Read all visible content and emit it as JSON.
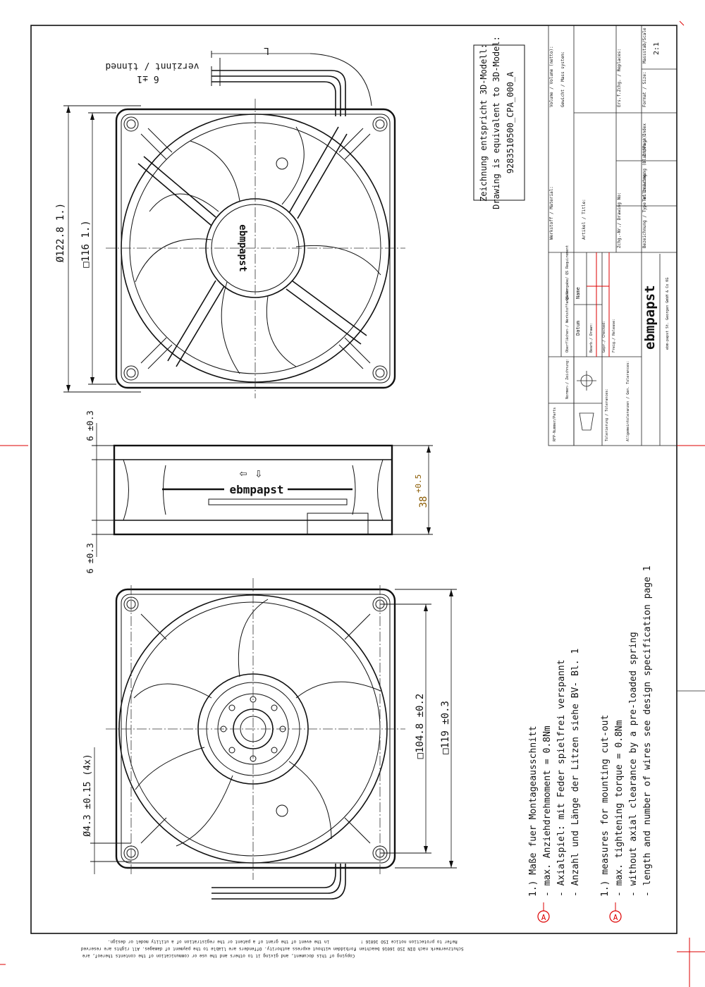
{
  "fan_front": {
    "diameter_label": "Ø122.8  1.)",
    "square_label": "□116  1.)",
    "hub_brand": "ebmpapst",
    "wire_label_top": "verzinnt / tinned",
    "wire_label_bottom": "6 ±1",
    "length_marker": "L"
  },
  "fan_side": {
    "top_dim": "6 ±0.3",
    "bottom_dim": "6 ±0.3",
    "height_dim_main": "38",
    "height_dim_tol": "+0.5",
    "brand": "ebmpapst"
  },
  "fan_back": {
    "hole_label": "Ø4.3 ±0.15 (4x)",
    "inner_square": "□104.8 ±0.2",
    "outer_square": "□119 ±0.3"
  },
  "model_box": {
    "line1": "Zeichnung entspricht 3D-Modell:",
    "line2": "Drawing is equivalent to 3D-Model:",
    "line3": "9283510500_CPA_000_A"
  },
  "notes": {
    "de_title": "1.) Maße fuer Montageausschnitt",
    "de_1": "- max. Anziehdrehmoment = 0.8Nm",
    "de_2": "- Axialspiel: mit Feder spielfrei verspannt",
    "de_3": "- Anzahl und Länge der Litzen siehe BV- Bl. 1",
    "en_title": "1.) measures for mounting cut-out",
    "en_1": "- max. tightening torque = 0.8Nm",
    "en_2": "- without axial clearance by a pre-loaded spring",
    "en_3": "- length and number of wires see design specification page 1",
    "marker": "A"
  },
  "title_block": {
    "werkstoff": "Werkstoff / Material:",
    "volume": "Volume / Volume (netto):",
    "masse": "Gewicht / Mass system:",
    "artikel": "Artikel / Title:",
    "zeichnung": "Zchg.-Nr./ Drawing No:",
    "ers_f": "Ers.f.Zchg. / Replaces:",
    "benennung": "Bezeichnung / Type of Drawing:",
    "teil": "Teilzeichnung (Blatt/Page):",
    "index": "Index / Index",
    "format": "Format / Size:",
    "massstab": "Massstab/Scale",
    "scale": "2:1",
    "datum": "Datum",
    "name": "Name",
    "bearb": "Bearb./ Drawn:",
    "gepr": "Gepr./ Checked:",
    "freig": "Freig./ Release:",
    "oberfl": "Oberflächen-/ Werkstoffangaben",
    "qs": "QS-Vorgabe/ QS Requirement",
    "modell": "Modell-Nr./ Drawings No:",
    "normen": "Normen-/ Zeichnung:",
    "rfp": "RFP-Nummer/Parts",
    "toleranz": "Tolerierung / Tolerances:",
    "allg_tol": "Allgemeintoleranzen / Gen. Tolerances:",
    "company": "ebm-papst St. Georgen GmbH & Co KG",
    "logo": "ebmpapst"
  },
  "footer": {
    "l1": "Copying of this document, and giving it to others and the use or communication of the contents thereof, are",
    "l2": "forbidden without express authority. Offenders are liable to the payment of damages. All rights are reserved",
    "l3": "in the event of the grant of a patent or the registration of a utility model or design.",
    "r1": "Schutzvermerk nach DIN ISO 16016 beachten !",
    "r2": "Refer to protection notice ISO 16016 !"
  }
}
